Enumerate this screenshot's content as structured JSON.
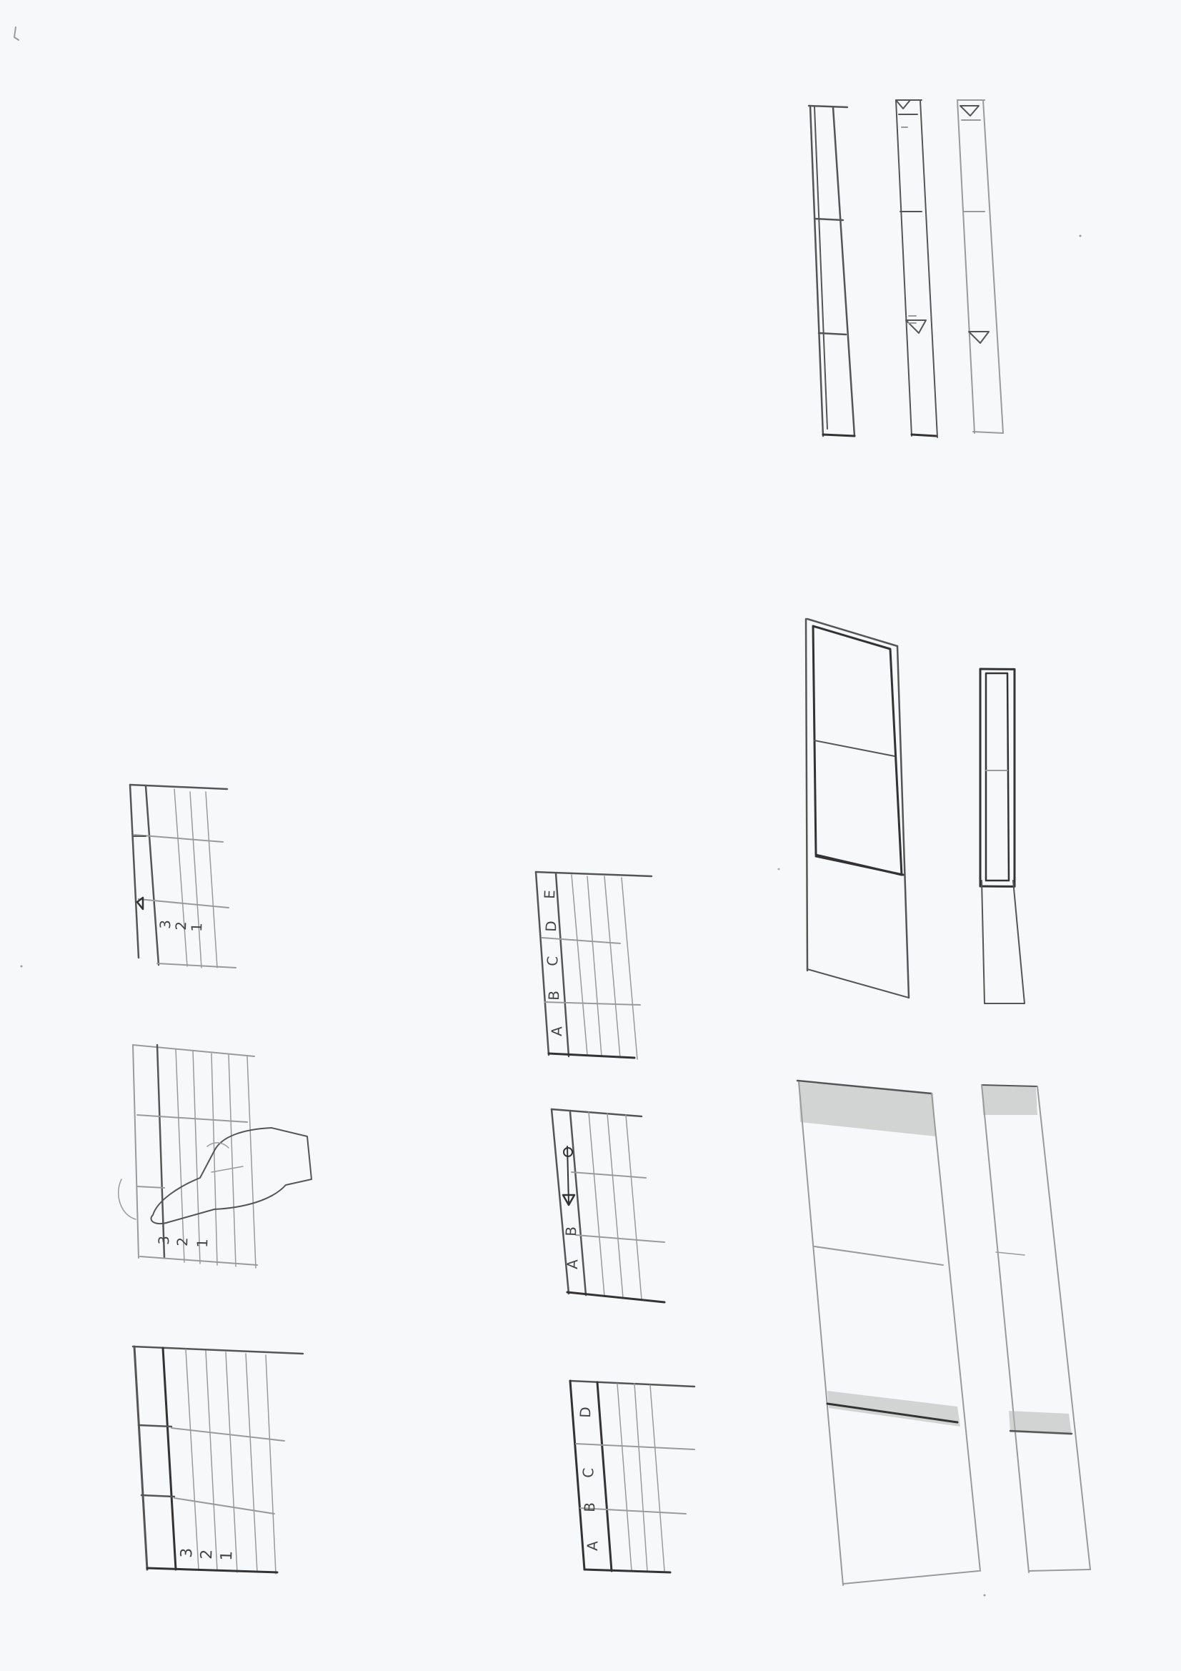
{
  "sheet": {
    "paper_color": "#f7f8f9",
    "pencil_color": "#555555"
  },
  "sketches": {
    "mockup_swipe_row": {
      "labels": [
        "3",
        "2",
        "1"
      ]
    },
    "mockup_touch_hand": {
      "labels": [
        "3",
        "2",
        "1"
      ]
    },
    "mockup_grid_numbers": {
      "labels": [
        "3",
        "2",
        "1"
      ]
    },
    "mockup_letters_top": {
      "labels": [
        "A",
        "B",
        "C",
        "D",
        "E"
      ]
    },
    "mockup_slider_letters": {
      "labels": [
        "A",
        "B"
      ]
    },
    "mockup_letters_bottom": {
      "labels": [
        "A",
        "B",
        "C",
        "D"
      ]
    },
    "scrollbar_plain": {},
    "scrollbar_arrows_a": {},
    "scrollbar_arrows_b": {},
    "scrollbar_wide_frame": {},
    "scrollbar_thin_frame": {},
    "scrollbar_wide_shaded": {},
    "scrollbar_thin_shaded": {}
  }
}
